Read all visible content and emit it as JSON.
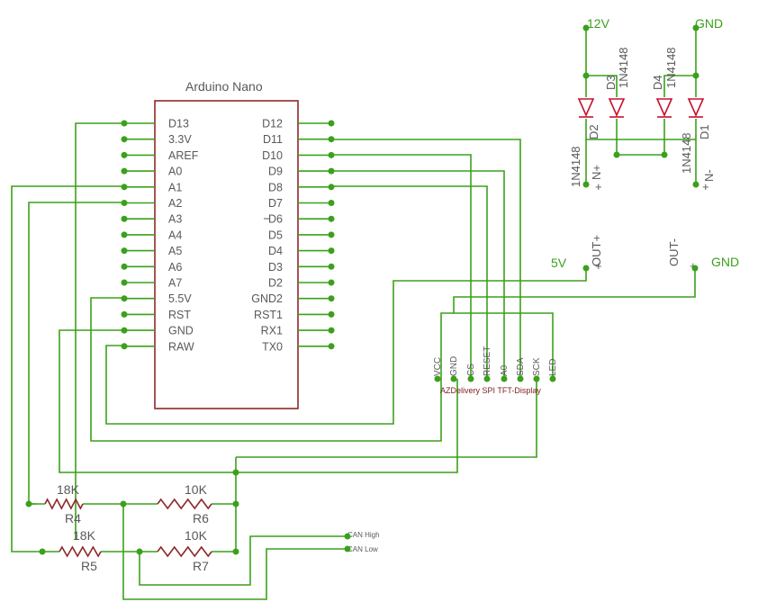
{
  "board": {
    "title": "Arduino Nano",
    "left_pins": [
      "D13",
      "3.3V",
      "AREF",
      "A0",
      "A1",
      "A2",
      "A3",
      "A4",
      "A5",
      "A6",
      "A7",
      "5.5V",
      "RST",
      "GND",
      "RAW"
    ],
    "right_pins": [
      "D12",
      "D11",
      "D10",
      "D9",
      "D8",
      "D7",
      "D6",
      "D5",
      "D4",
      "D3",
      "D2",
      "GND2",
      "RST1",
      "RX1",
      "TX0"
    ]
  },
  "display": {
    "title": "AZDelivery SPI TFT-Display",
    "pins": [
      "VCC",
      "GND",
      "CS",
      "RESET",
      "A0",
      "SDA",
      "SCK",
      "LED"
    ]
  },
  "power": {
    "in_pos": "12V",
    "in_neg": "GND",
    "n_plus": "N+",
    "n_minus": "N-",
    "out_plus": "OUT+",
    "out_minus": "OUT-",
    "out_pos_label": "5V",
    "out_neg_label": "GND",
    "plus_sign": "+"
  },
  "diodes": [
    {
      "name": "D2",
      "part": "1N4148"
    },
    {
      "name": "D3",
      "part": "1N4148"
    },
    {
      "name": "D4",
      "part": "1N4148"
    },
    {
      "name": "D1",
      "part": "1N4148"
    }
  ],
  "resistors": [
    {
      "name": "R4",
      "value": "18K"
    },
    {
      "name": "R6",
      "value": "10K"
    },
    {
      "name": "R5",
      "value": "18K"
    },
    {
      "name": "R7",
      "value": "10K"
    }
  ],
  "can": {
    "high": "CAN High",
    "low": "CAN Low"
  },
  "colors": {
    "wire": "#3aa11a",
    "part": "#8b2a2a",
    "diode": "#c8102e",
    "text": "#595959"
  }
}
